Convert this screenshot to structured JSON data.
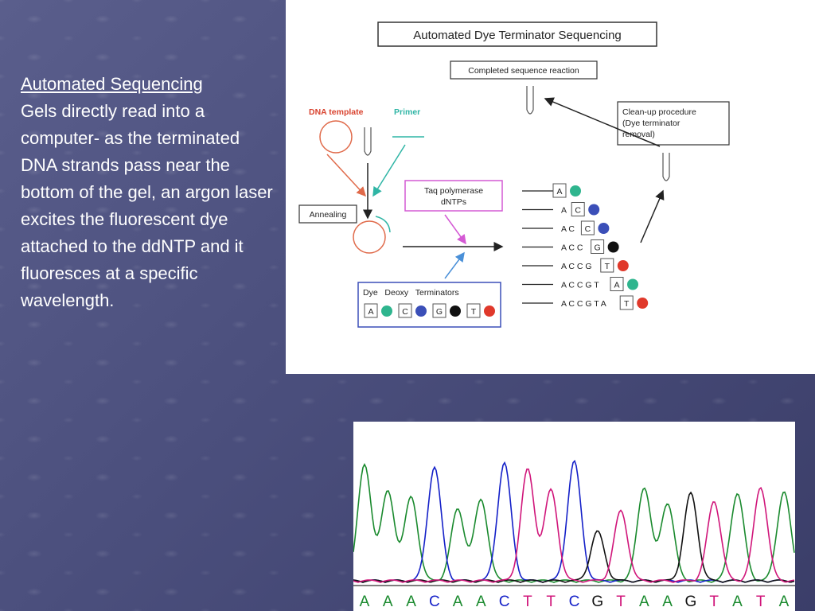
{
  "slide": {
    "heading": "Automated Sequencing",
    "body": "Gels directly read into a computer- as the terminated DNA strands pass near the bottom of the gel, an argon laser excites the fluorescent dye attached to the ddNTP and it fluoresces at a specific wavelength."
  },
  "diagram": {
    "title": "Automated Dye Terminator Sequencing",
    "completed": "Completed sequence reaction",
    "dna_template": "DNA template",
    "primer": "Primer",
    "annealing": "Annealing",
    "cleanup_line1": "Clean-up procedure",
    "cleanup_line2": "(Dye terminator",
    "cleanup_line3": "removal)",
    "taq_line1": "Taq polymerase",
    "taq_line2": "dNTPs",
    "terminators_title": "Dye   Deoxy   Terminators",
    "terminators": [
      {
        "base": "A",
        "color": "#2fb58e"
      },
      {
        "base": "C",
        "color": "#3b4fb8"
      },
      {
        "base": "G",
        "color": "#111111"
      },
      {
        "base": "T",
        "color": "#e0392b"
      }
    ],
    "fragments": [
      {
        "prefix": "",
        "last": "A",
        "color": "#2fb58e"
      },
      {
        "prefix": "A",
        "last": "C",
        "color": "#3b4fb8"
      },
      {
        "prefix": "A C",
        "last": "C",
        "color": "#3b4fb8"
      },
      {
        "prefix": "A C C",
        "last": "G",
        "color": "#111111"
      },
      {
        "prefix": "A C C G",
        "last": "T",
        "color": "#e0392b"
      },
      {
        "prefix": "A C C G T",
        "last": "A",
        "color": "#2fb58e"
      },
      {
        "prefix": "A C C G T A",
        "last": "T",
        "color": "#e0392b"
      }
    ]
  },
  "chromatogram": {
    "bases": [
      "A",
      "A",
      "A",
      "C",
      "A",
      "A",
      "C",
      "T",
      "T",
      "C",
      "G",
      "T",
      "A",
      "A",
      "G",
      "T",
      "A",
      "T",
      "A"
    ],
    "colors": {
      "A": "#1a8a2e",
      "C": "#1420c8",
      "G": "#111111",
      "T": "#d0157a"
    }
  }
}
